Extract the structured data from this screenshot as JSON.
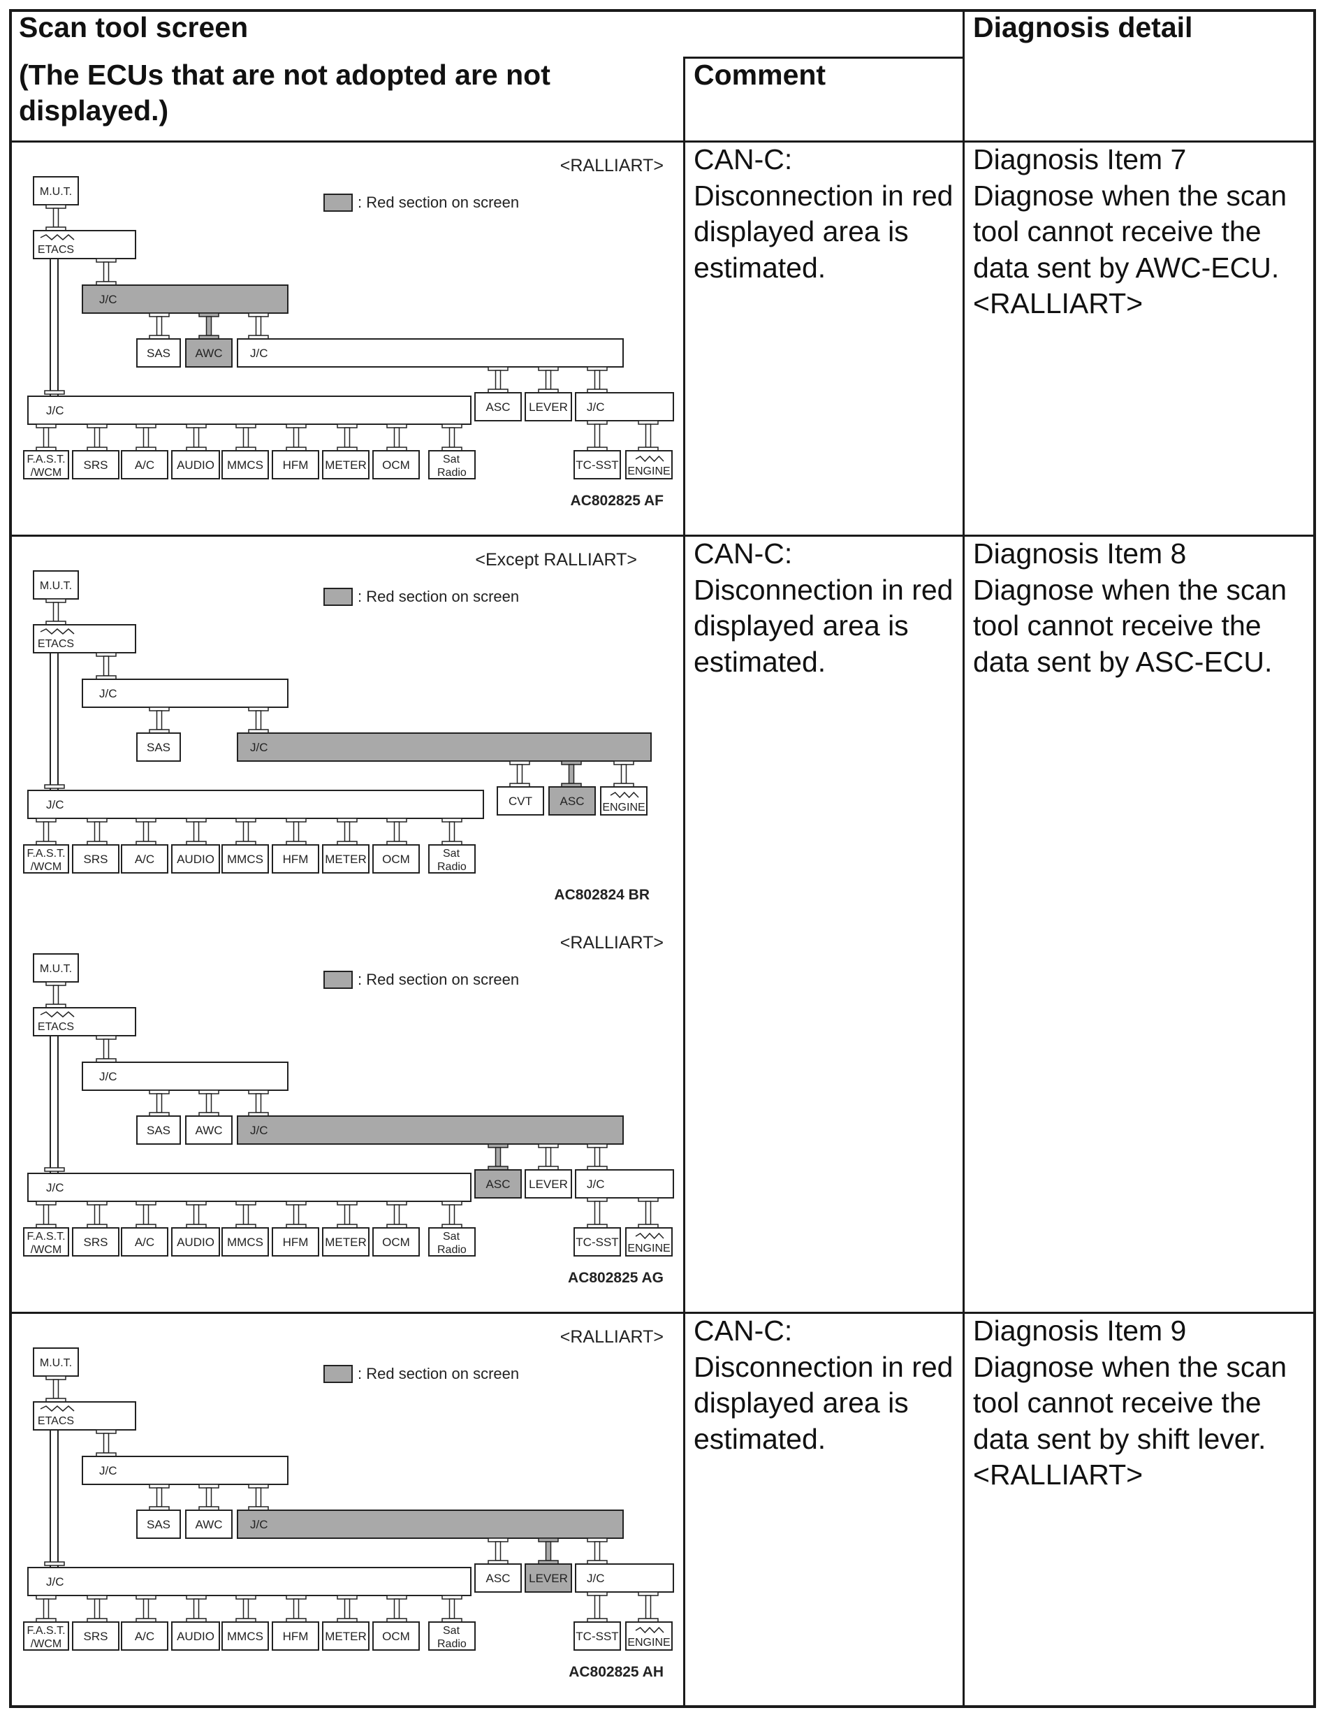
{
  "header": {
    "scan_tool_screen": "Scan tool screen",
    "scan_tool_note": "(The ECUs that are not adopted are not displayed.)",
    "comment": "Comment",
    "diagnosis_detail": "Diagnosis detail"
  },
  "legend_text": ": Red section on screen",
  "labels": {
    "mut": "M.U.T.",
    "etacs": "ETACS",
    "jc": "J/C",
    "sas": "SAS",
    "awc": "AWC",
    "asc": "ASC",
    "lever": "LEVER",
    "cvt": "CVT",
    "engine": "ENGINE",
    "tcsst": "TC-SST",
    "fast1": "F.A.S.T.",
    "fast2": "/WCM",
    "srs": "SRS",
    "ac": "A/C",
    "audio": "AUDIO",
    "mmcs": "MMCS",
    "hfm": "HFM",
    "meter": "METER",
    "ocm": "OCM",
    "sat1": "Sat",
    "sat2": "Radio"
  },
  "rows": [
    {
      "comment": "CAN-C: Disconnection in red displayed area is estimated.",
      "detail": "Diagnosis Item 7 Diagnose when the scan tool cannot receive the data sent by AWC-ECU. <RALLIART>",
      "diagrams": [
        {
          "variant": "<RALLIART>",
          "layout": "ralliart",
          "code": "AC802825 AF",
          "highlight": [
            "jc2",
            "awc"
          ]
        }
      ]
    },
    {
      "comment": "CAN-C: Disconnection in red displayed area is estimated.",
      "detail": "Diagnosis Item 8 Diagnose when the scan tool cannot receive the data sent by ASC-ECU.",
      "diagrams": [
        {
          "variant": "<Except RALLIART>",
          "layout": "except",
          "code": "AC802824 BR",
          "highlight": [
            "jc3",
            "asc"
          ]
        },
        {
          "variant": "<RALLIART>",
          "layout": "ralliart",
          "code": "AC802825 AG",
          "highlight": [
            "jc3",
            "asc"
          ]
        }
      ]
    },
    {
      "comment": "CAN-C: Disconnection in red displayed area is estimated.",
      "detail": "Diagnosis Item 9 Diagnose when the scan tool cannot receive the data sent by shift lever. <RALLIART>",
      "diagrams": [
        {
          "variant": "<RALLIART>",
          "layout": "ralliart",
          "code": "AC802825 AH",
          "highlight": [
            "jc3",
            "lever"
          ]
        }
      ]
    }
  ]
}
